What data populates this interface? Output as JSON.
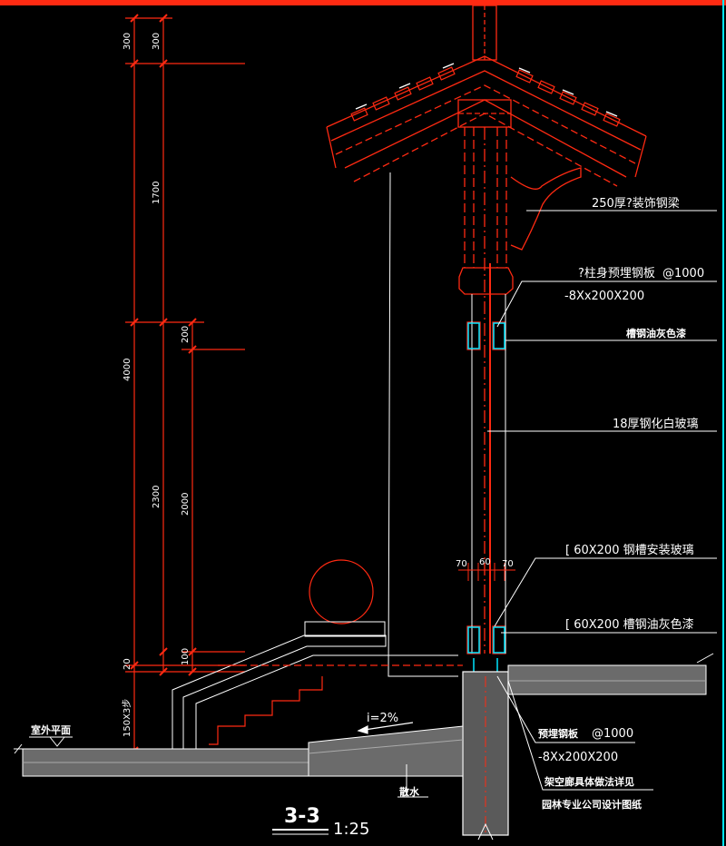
{
  "colors": {
    "background": "#000000",
    "structure": "#ff2a12",
    "lines": "#ffffff",
    "cyan": "#00e5ff",
    "ground": "#8a8a8a"
  },
  "dimensions": {
    "left": [
      "300",
      "1700",
      "4000",
      "2300",
      "20",
      "150X3步"
    ],
    "right": [
      "300",
      "200",
      "2000",
      "100"
    ],
    "column": [
      "70",
      "60",
      "70"
    ]
  },
  "labels": {
    "roof_plate": "250厚?装饰钢梁",
    "embed_plate_top_1": "?柱身预埋钢板",
    "embed_plate_top_2": "@1000",
    "embed_plate_top_3": "-8Xx200X200",
    "channel_paint_top": "槽钢油灰色漆",
    "glass": "18厚钢化白玻璃",
    "channel_glass": "[ 60X200 钢槽安装玻璃",
    "channel_paint_bottom": "[ 60X200 槽钢油灰色漆",
    "embed_plate_bottom_1": "预埋钢板",
    "embed_plate_bottom_2": "@1000",
    "embed_plate_bottom_3": "-8Xx200X200",
    "note_1": "架空廊具体做法详见",
    "note_2": "园林专业公司设计图纸",
    "slope": "i=2%",
    "drain": "散水",
    "ground_level": "室外平面"
  },
  "section": {
    "title": "3-3",
    "scale": "1:25"
  }
}
